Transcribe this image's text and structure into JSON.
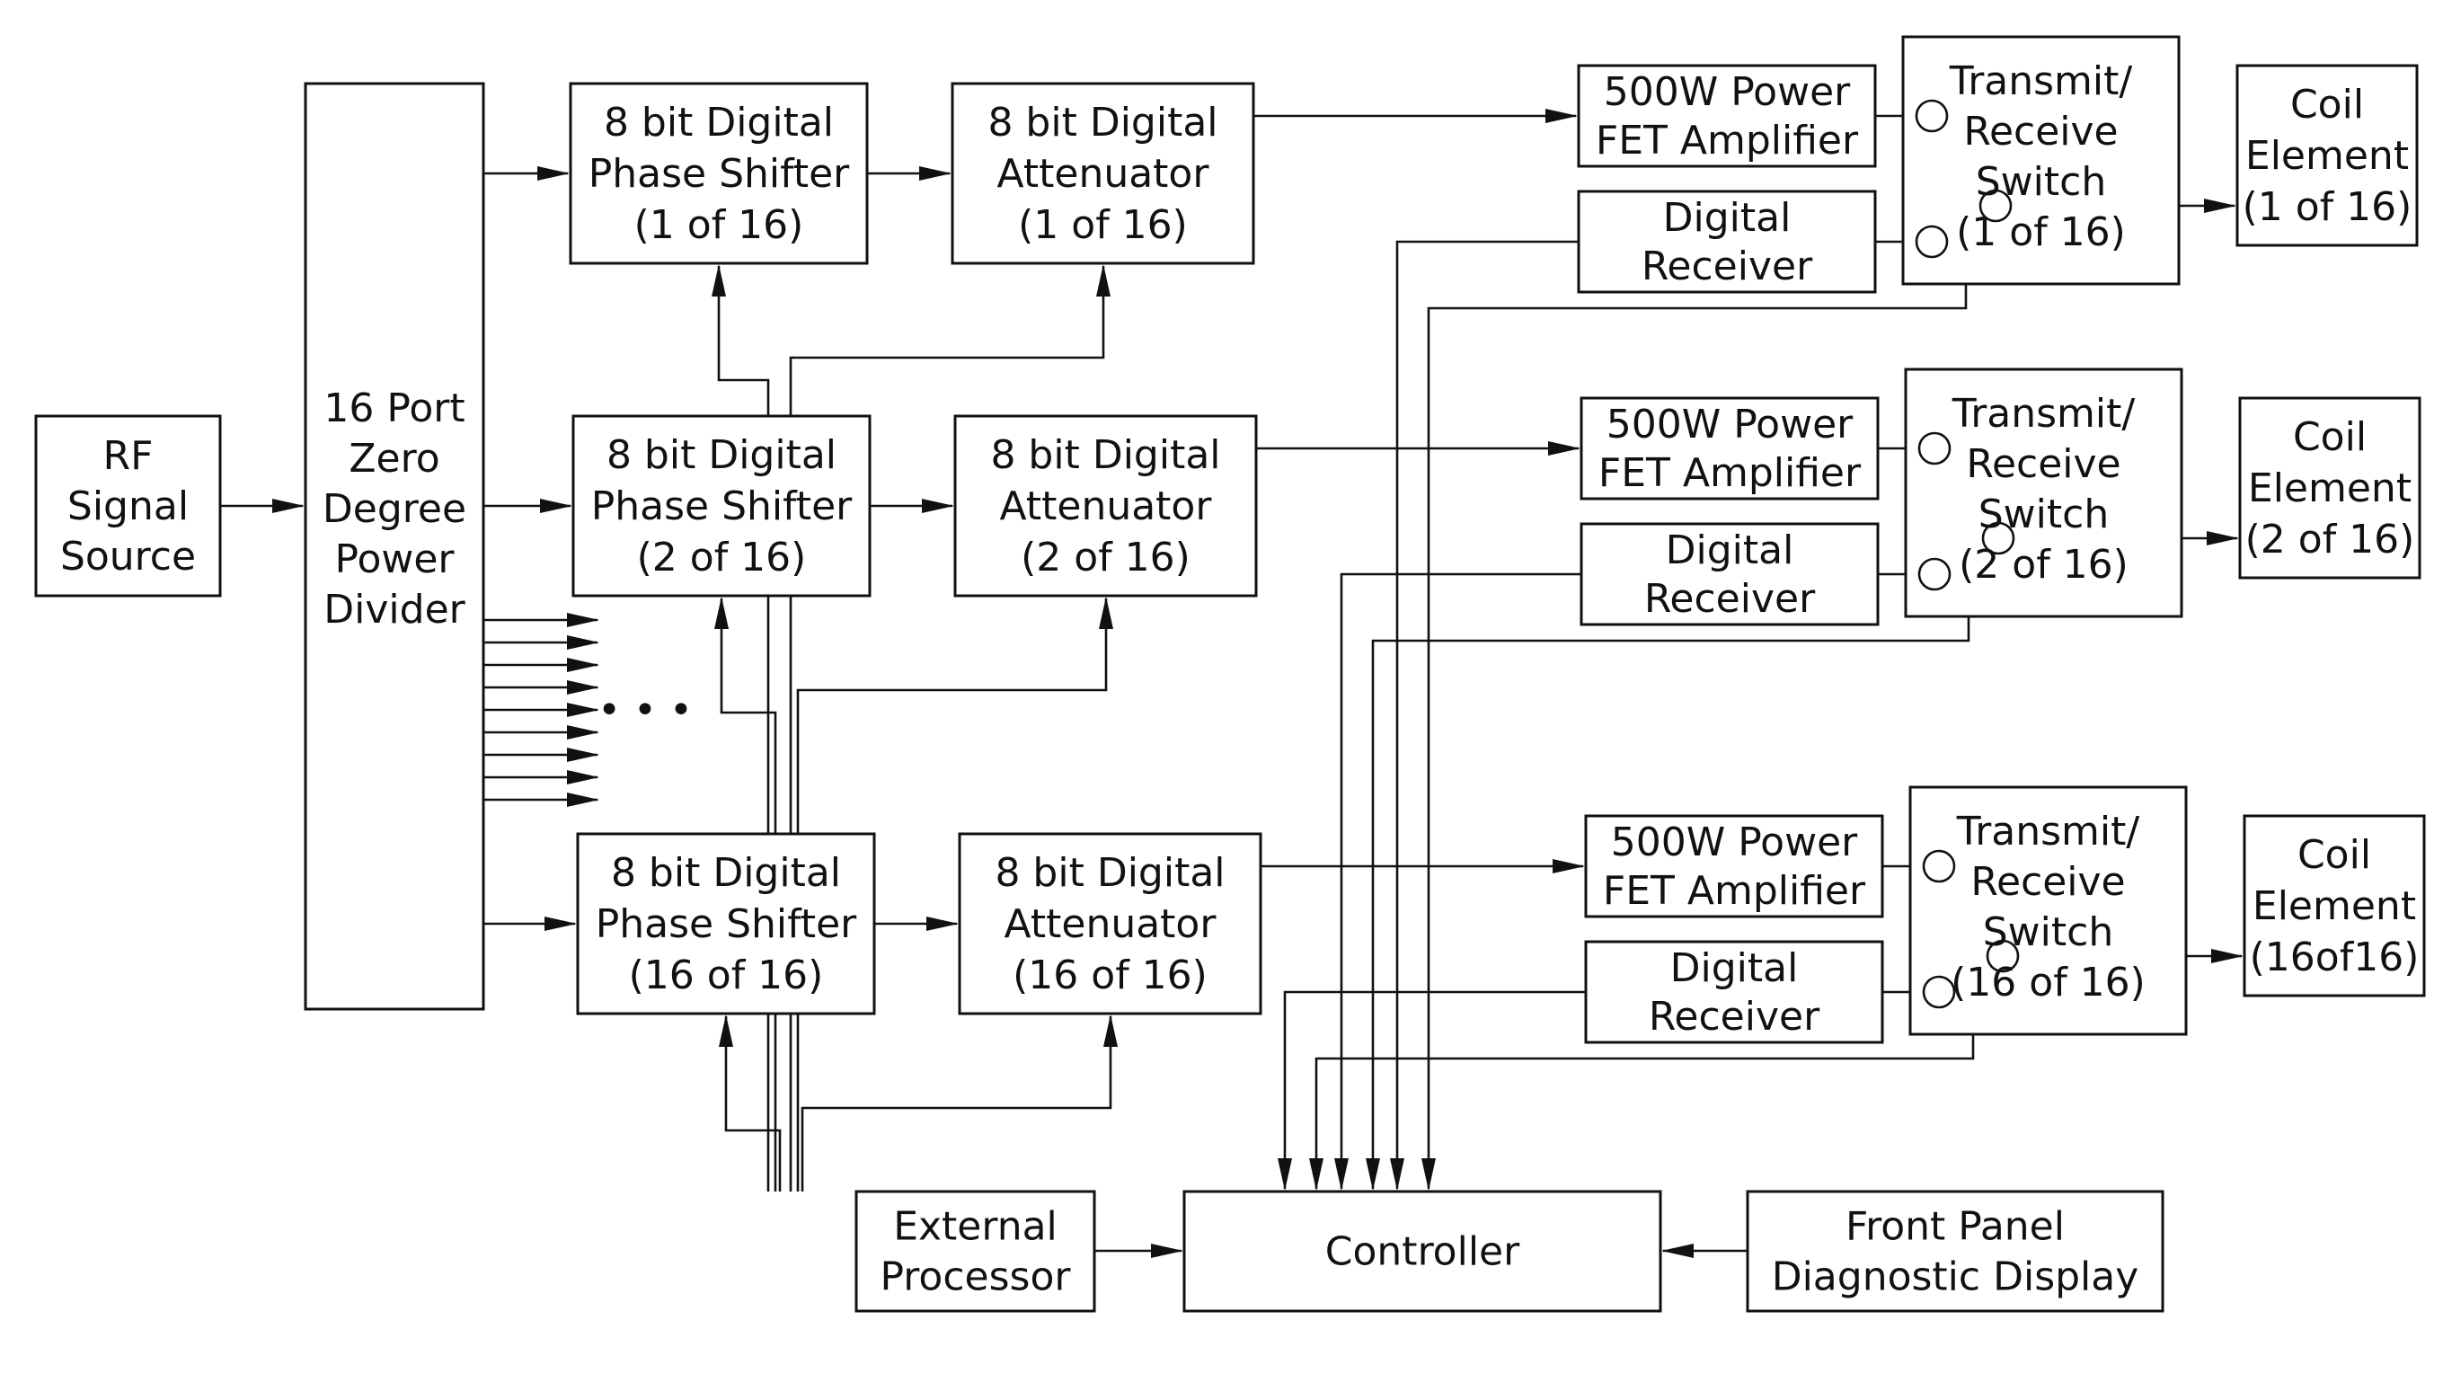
{
  "diagram": {
    "rf_source": [
      "RF",
      "Signal",
      "Source"
    ],
    "divider": [
      "16 Port",
      "Zero",
      "Degree",
      "Power",
      "Divider"
    ],
    "ellipsis": "• • •",
    "channels": [
      {
        "phase_shifter": [
          "8 bit Digital",
          "Phase Shifter",
          "(1 of 16)"
        ],
        "attenuator": [
          "8 bit Digital",
          "Attenuator",
          "(1 of 16)"
        ],
        "amplifier": [
          "500W Power",
          "FET Amplifier"
        ],
        "receiver": [
          "Digital",
          "Receiver"
        ],
        "switch": [
          "Transmit/",
          "Receive",
          "Switch",
          "(1 of 16)"
        ],
        "coil": [
          "Coil",
          "Element",
          "(1 of 16)"
        ]
      },
      {
        "phase_shifter": [
          "8 bit Digital",
          "Phase Shifter",
          "(2 of 16)"
        ],
        "attenuator": [
          "8 bit Digital",
          "Attenuator",
          "(2 of 16)"
        ],
        "amplifier": [
          "500W Power",
          "FET Amplifier"
        ],
        "receiver": [
          "Digital",
          "Receiver"
        ],
        "switch": [
          "Transmit/",
          "Receive",
          "Switch",
          "(2 of 16)"
        ],
        "coil": [
          "Coil",
          "Element",
          "(2 of 16)"
        ]
      },
      {
        "phase_shifter": [
          "8 bit Digital",
          "Phase Shifter",
          "(16 of 16)"
        ],
        "attenuator": [
          "8 bit Digital",
          "Attenuator",
          "(16 of 16)"
        ],
        "amplifier": [
          "500W Power",
          "FET Amplifier"
        ],
        "receiver": [
          "Digital",
          "Receiver"
        ],
        "switch": [
          "Transmit/",
          "Receive",
          "Switch",
          "(16 of 16)"
        ],
        "coil": [
          "Coil",
          "Element",
          "(16of16)"
        ]
      }
    ],
    "external_processor": [
      "External",
      "Processor"
    ],
    "controller": [
      "Controller"
    ],
    "front_panel": [
      "Front Panel",
      "Diagnostic Display"
    ]
  }
}
